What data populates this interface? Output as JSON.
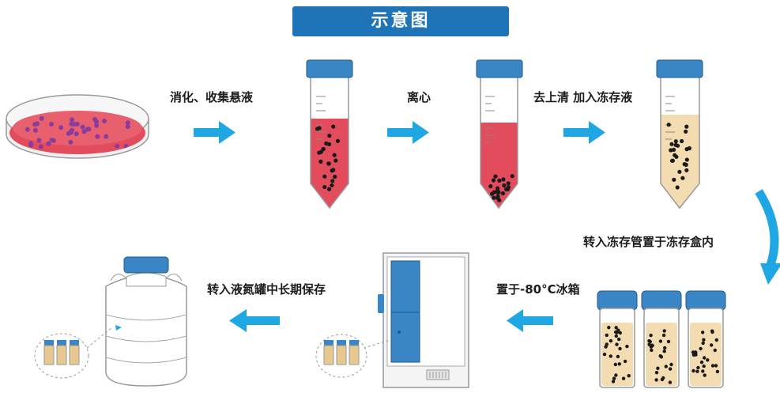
{
  "title": "示意图",
  "steps": [
    {
      "label": "消化、收集悬液"
    },
    {
      "label": "离心"
    },
    {
      "label": "去上清 加入冻存液"
    },
    {
      "label": "转入冻存管置于冻存盒内"
    },
    {
      "label": "置于-80°C冰箱"
    },
    {
      "label": "转入液氮罐中长期保存"
    }
  ],
  "colors": {
    "title_bg": "#1f74b8",
    "arrow": "#1fa7e3",
    "cap": "#3a86c4",
    "culture_medium": "#e24c5c",
    "cell_dots": "#8a3c9c",
    "cryo_medium": "#f3dcb2",
    "line_art": "#999999"
  }
}
